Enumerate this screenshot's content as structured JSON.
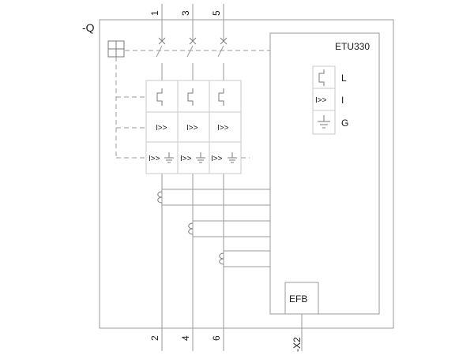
{
  "diagram": {
    "device_label": "-Q",
    "terminals_top": [
      "1",
      "3",
      "5"
    ],
    "terminals_bottom": [
      "2",
      "4",
      "6"
    ],
    "aux_terminal": "-X2",
    "trip_unit": {
      "name": "ETU330",
      "legend": [
        {
          "symbol": "long-time-icon",
          "label": "L"
        },
        {
          "symbol_text": "I>>",
          "label": "I"
        },
        {
          "symbol": "ground-icon",
          "label": "G"
        }
      ]
    },
    "pole_cells": {
      "instantaneous": "I>>",
      "ground_fault": "I>>"
    },
    "efb_label": "EFB"
  }
}
